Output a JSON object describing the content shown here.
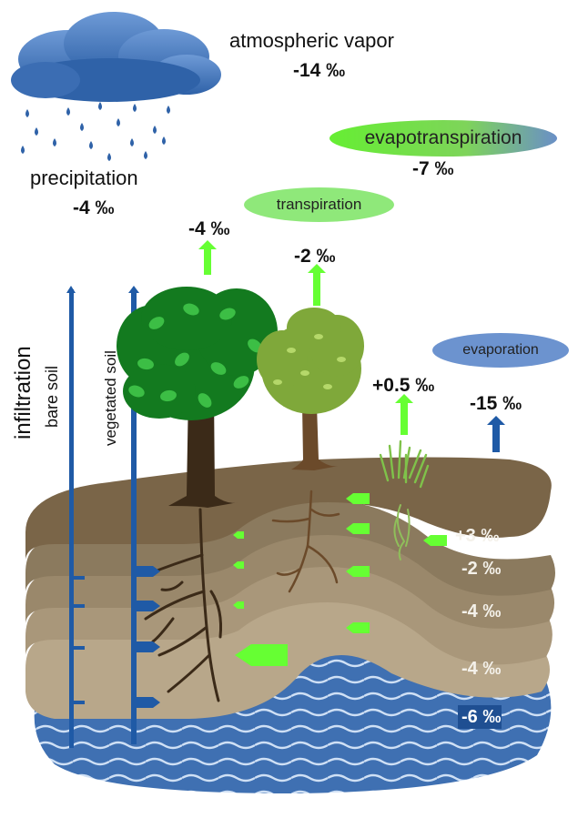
{
  "labels": {
    "atmospheric_vapor": "atmospheric vapor",
    "atmospheric_vapor_value": "-14 ‰",
    "evapotranspiration": "evapotranspiration",
    "evapotranspiration_value": "-7 ‰",
    "precipitation": "precipitation",
    "precipitation_value": "-4 ‰",
    "transpiration": "transpiration",
    "tree1_value": "-4 ‰",
    "tree2_value": "-2 ‰",
    "grass_value": "+0.5 ‰",
    "evaporation": "evaporation",
    "evaporation_value": "-15 ‰",
    "infiltration": "infiltration",
    "bare_soil": "bare soil",
    "vegetated_soil": "vegetated soil"
  },
  "soil_layers": [
    "+3 ‰",
    "-2 ‰",
    "-4 ‰",
    "-4 ‰"
  ],
  "groundwater_value": "-6 ‰",
  "colors": {
    "infiltration_line": "#1f5aa6",
    "transpiration_arrow": "#66ff33",
    "evaporation_arrow": "#1f5aa6",
    "groundwater": "#3d6fb0",
    "soil_top": "#7a6548"
  }
}
